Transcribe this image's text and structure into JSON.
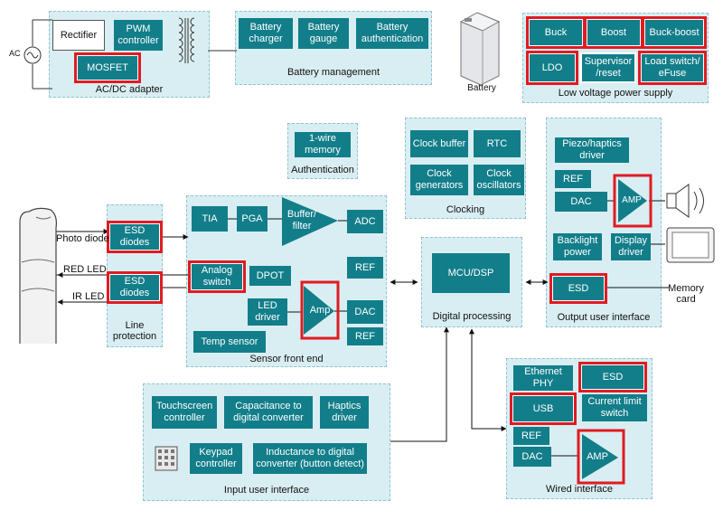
{
  "ac_label": "AC",
  "adapter": {
    "title": "AC/DC adapter",
    "rectifier": "Rectifier",
    "pwm": "PWM\ncontroller",
    "mosfet": "MOSFET"
  },
  "battery_mgmt": {
    "title": "Battery management",
    "charger": "Battery\ncharger",
    "gauge": "Battery\ngauge",
    "auth": "Battery\nauthentication"
  },
  "battery_label": "Battery",
  "lv_supply": {
    "title": "Low voltage power supply",
    "buck": "Buck",
    "boost": "Boost",
    "buckboost": "Buck-boost",
    "ldo": "LDO",
    "supervisor": "Supervisor\n/reset",
    "loadswitch": "Load switch/\neFuse"
  },
  "authentication": {
    "title": "Authentication",
    "memory": "1-wire\nmemory"
  },
  "clocking": {
    "title": "Clocking",
    "buffer": "Clock buffer",
    "rtc": "RTC",
    "generators": "Clock\ngenerators",
    "oscillators": "Clock\noscillators"
  },
  "output_ui": {
    "title": "Output user interface",
    "piezo": "Piezo/haptics\ndriver",
    "ref": "REF",
    "dac": "DAC",
    "amp": "AMP",
    "backlight": "Backlight\npower",
    "display": "Display\ndriver",
    "esd": "ESD"
  },
  "memory_card": "Memory\ncard",
  "line_protection": {
    "title": "Line\nprotection",
    "esd1": "ESD\ndiodes",
    "esd2": "ESD\ndiodes"
  },
  "left_labels": {
    "photo": "Photo diode",
    "red": "RED LED",
    "ir": "IR LED"
  },
  "sensor_fe": {
    "title": "Sensor front end",
    "tia": "TIA",
    "pga": "PGA",
    "buffer": "Buffer/\nfilter",
    "adc": "ADC",
    "ref1": "REF",
    "analog": "Analog\nswitch",
    "dpot": "DPOT",
    "led": "LED\ndriver",
    "amp": "Amp",
    "dac": "DAC",
    "ref2": "REF",
    "temp": "Temp sensor"
  },
  "digital": {
    "title": "Digital processing",
    "mcu": "MCU/DSP"
  },
  "input_ui": {
    "title": "Input user interface",
    "touch": "Touchscreen\ncontroller",
    "cap": "Capacitance to\ndigital converter",
    "haptics": "Haptics\ndriver",
    "keypad": "Keypad\ncontroller",
    "inductance": "Inductance to digital\nconverter (button detect)"
  },
  "wired": {
    "title": "Wired interface",
    "eth": "Ethernet\nPHY",
    "esd": "ESD",
    "usb": "USB",
    "current": "Current limit\nswitch",
    "ref": "REF",
    "dac": "DAC",
    "amp": "AMP"
  }
}
